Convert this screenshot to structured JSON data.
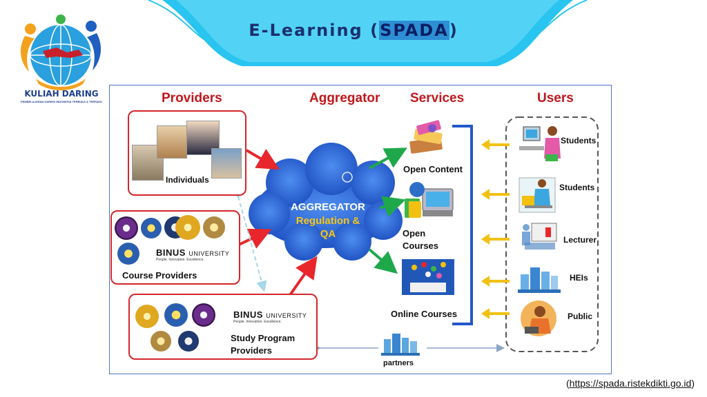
{
  "header": {
    "title_prefix": "E-Learning (",
    "title_highlight": "SPADA",
    "title_suffix": ")"
  },
  "logo": {
    "text": "KULIAH DARING",
    "subtext": "PEMBELAJARAN DARING INDONESIA TERBUKA & TERPADU"
  },
  "diagram": {
    "headings": {
      "providers": "Providers",
      "aggregator": "Aggregator",
      "services": "Services",
      "users": "Users"
    },
    "providers": {
      "individuals": "Individuals",
      "course_providers": "Course Providers",
      "study_program_line1": "Study Program",
      "study_program_line2": "Providers",
      "binus_name": "BINUS",
      "binus_university": "UNIVERSITY",
      "binus_tagline": "People. Innovation. Excellence."
    },
    "aggregator": {
      "line1": "AGGREGATOR",
      "line2": "Regulation &",
      "line3": "QA"
    },
    "services": {
      "open_content": "Open Content",
      "open_courses_line1": "Open",
      "open_courses_line2": "Courses",
      "online_courses": "Online Courses"
    },
    "users": {
      "students_1": "Students",
      "students_2": "Students",
      "lecturer": "Lecturer",
      "heis": "HEIs",
      "public": "Public"
    },
    "partners": "partners"
  },
  "footer": {
    "open_paren": "(",
    "link": "https://spada.ristekdikti.go.id",
    "close_paren": ")"
  },
  "colors": {
    "header_band": "#29c4f0",
    "title_text": "#1b2f6e",
    "heading_red": "#c0171d",
    "box_red": "#d4252b",
    "arrow_red": "#e8262b",
    "arrow_green": "#1fa84a",
    "arrow_yellow": "#f2c011",
    "bracket_blue": "#2257c9",
    "cloud_blue": "#2f6fe0",
    "cloud_text_yellow": "#f5c518",
    "dashed_gray": "#555555",
    "frame_blue": "#4a74c9"
  }
}
